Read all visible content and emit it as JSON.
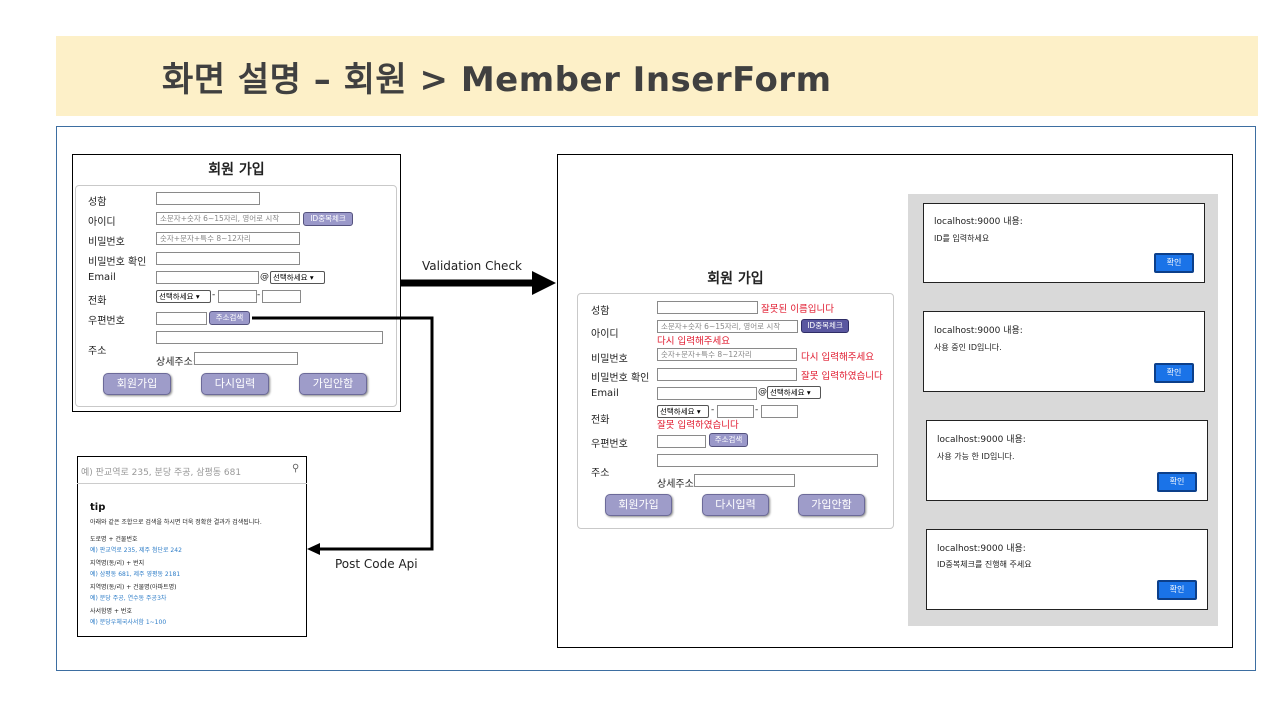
{
  "slide": {
    "title": "화면 설명 – 회원 > Member InserForm"
  },
  "form": {
    "title": "회원 가입",
    "labels": {
      "name": "성함",
      "id": "아이디",
      "password": "비밀번호",
      "password_confirm": "비밀번호 확인",
      "email": "Email",
      "phone": "전화",
      "postcode": "우편번호",
      "address": "주소",
      "address_detail": "상세주소:"
    },
    "placeholders": {
      "id": "소문자+숫자 6~15자리, 영어로 시작",
      "password": "숫자+문자+특수 8~12자리"
    },
    "at_sign": "@",
    "dash": "-",
    "email_domain_select": "선택하세요",
    "phone_prefix_select": "선택하세요",
    "id_check_button": "ID중복체크",
    "address_search_button": "주소검색",
    "buttons": {
      "join": "회원가입",
      "reset": "다시입력",
      "cancel": "가입안함"
    }
  },
  "validation_form": {
    "errors": {
      "name": "잘못된 이름입니다",
      "id": "다시 입력해주세요",
      "password": "다시 입력해주세요",
      "password_confirm": "잘못 입력하였습니다",
      "phone": "잘못 입력하였습니다"
    }
  },
  "arrows": {
    "validation": "Validation Check",
    "postcode": "Post Code Api"
  },
  "alerts": [
    {
      "title": "localhost:9000 내용:",
      "message": "ID를 입력하세요",
      "button": "확인"
    },
    {
      "title": "localhost:9000 내용:",
      "message": "사용 중인 ID입니다.",
      "button": "확인"
    },
    {
      "title": "localhost:9000 내용:",
      "message": "사용 가능 한 ID입니다.",
      "button": "확인"
    },
    {
      "title": "localhost:9000 내용:",
      "message": "ID중복체크를 진행해 주세요",
      "button": "확인"
    }
  ],
  "postcode": {
    "search_placeholder": "예) 판교역로 235, 분당 주공, 삼평동 681",
    "tip_title": "tip",
    "tip_desc": "아래와 같은 조합으로 검색을 하시면 더욱 정확한 결과가 검색됩니다.",
    "items": [
      {
        "label": "도로명 + 건물번호",
        "example": "예) 판교역로 235,  제주 첨단로 242"
      },
      {
        "label": "지역명(동/리) + 번지",
        "example": "예) 삼평동 681,  제주 영평동 2181"
      },
      {
        "label": "지역명(동/리) + 건물명(아파트명)",
        "example": "예) 분당 주공,  연수동 주공3차"
      },
      {
        "label": "사서함명 + 번호",
        "example": "예) 분당우체국사서함 1~100"
      }
    ]
  },
  "colors": {
    "title_bg": "#fdf0c8",
    "button_purple": "#9e9cc9",
    "error_red": "#e0182d",
    "alert_ok_blue": "#1a73e8",
    "connector_blue": "#5b9bd5"
  }
}
